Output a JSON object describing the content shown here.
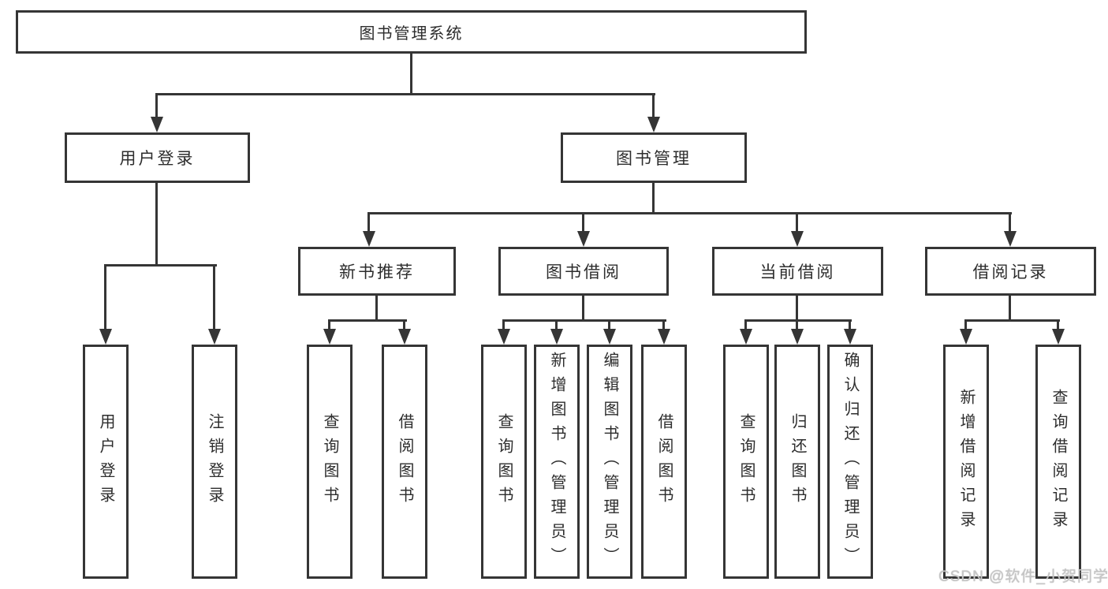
{
  "diagram": {
    "root": "图书管理系统",
    "level2": [
      {
        "label": "用户登录",
        "children": [
          "用户登录",
          "注销登录"
        ]
      },
      {
        "label": "图书管理",
        "children": [
          {
            "label": "新书推荐",
            "children": [
              "查询图书",
              "借阅图书"
            ]
          },
          {
            "label": "图书借阅",
            "children": [
              "查询图书",
              "新增图书（管理员）",
              "编辑图书（管理员）",
              "借阅图书"
            ]
          },
          {
            "label": "当前借阅",
            "children": [
              "查询图书",
              "归还图书",
              "确认归还（管理员）"
            ]
          },
          {
            "label": "借阅记录",
            "children": [
              "新增借阅记录",
              "查询借阅记录"
            ]
          }
        ]
      }
    ]
  },
  "watermark": {
    "text": "CSDN @软件_小贺同学"
  },
  "colors": {
    "line": "#353535",
    "text": "#2d2d2d",
    "background": "#ffffff",
    "watermark": "#c6c6c6"
  }
}
